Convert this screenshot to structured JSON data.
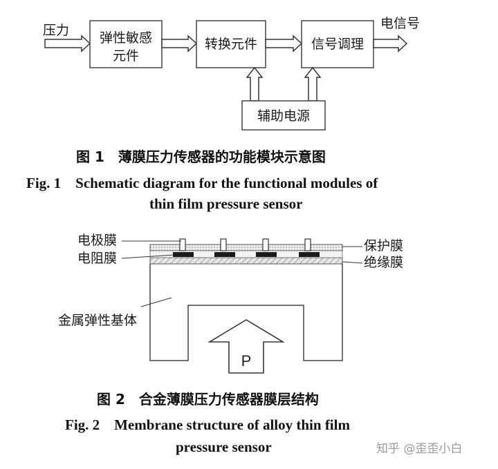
{
  "figure1": {
    "input_label": "压力",
    "output_label": "电信号",
    "elastic_line1": "弹性敏感",
    "elastic_line2": "元件",
    "conversion": "转换元件",
    "conditioning": "信号调理",
    "aux_power": "辅助电源",
    "caption_cn": "图 1　薄膜压力传感器的功能模块示意图",
    "caption_en_line1": "Fig. 1　Schematic diagram for the functional modules of",
    "caption_en_line2": "thin film pressure sensor"
  },
  "figure2": {
    "electrode_film": "电极膜",
    "resistor_film": "电阻膜",
    "protective_film": "保护膜",
    "insulating_film": "绝缘膜",
    "substrate": "金属弹性基体",
    "pressure_symbol": "P",
    "caption_cn": "图 2　合金薄膜压力传感器膜层结构",
    "caption_en_line1": "Fig. 2　Membrane structure of alloy thin film",
    "caption_en_line2": "pressure sensor"
  },
  "watermark": "知乎 @歪歪小白"
}
